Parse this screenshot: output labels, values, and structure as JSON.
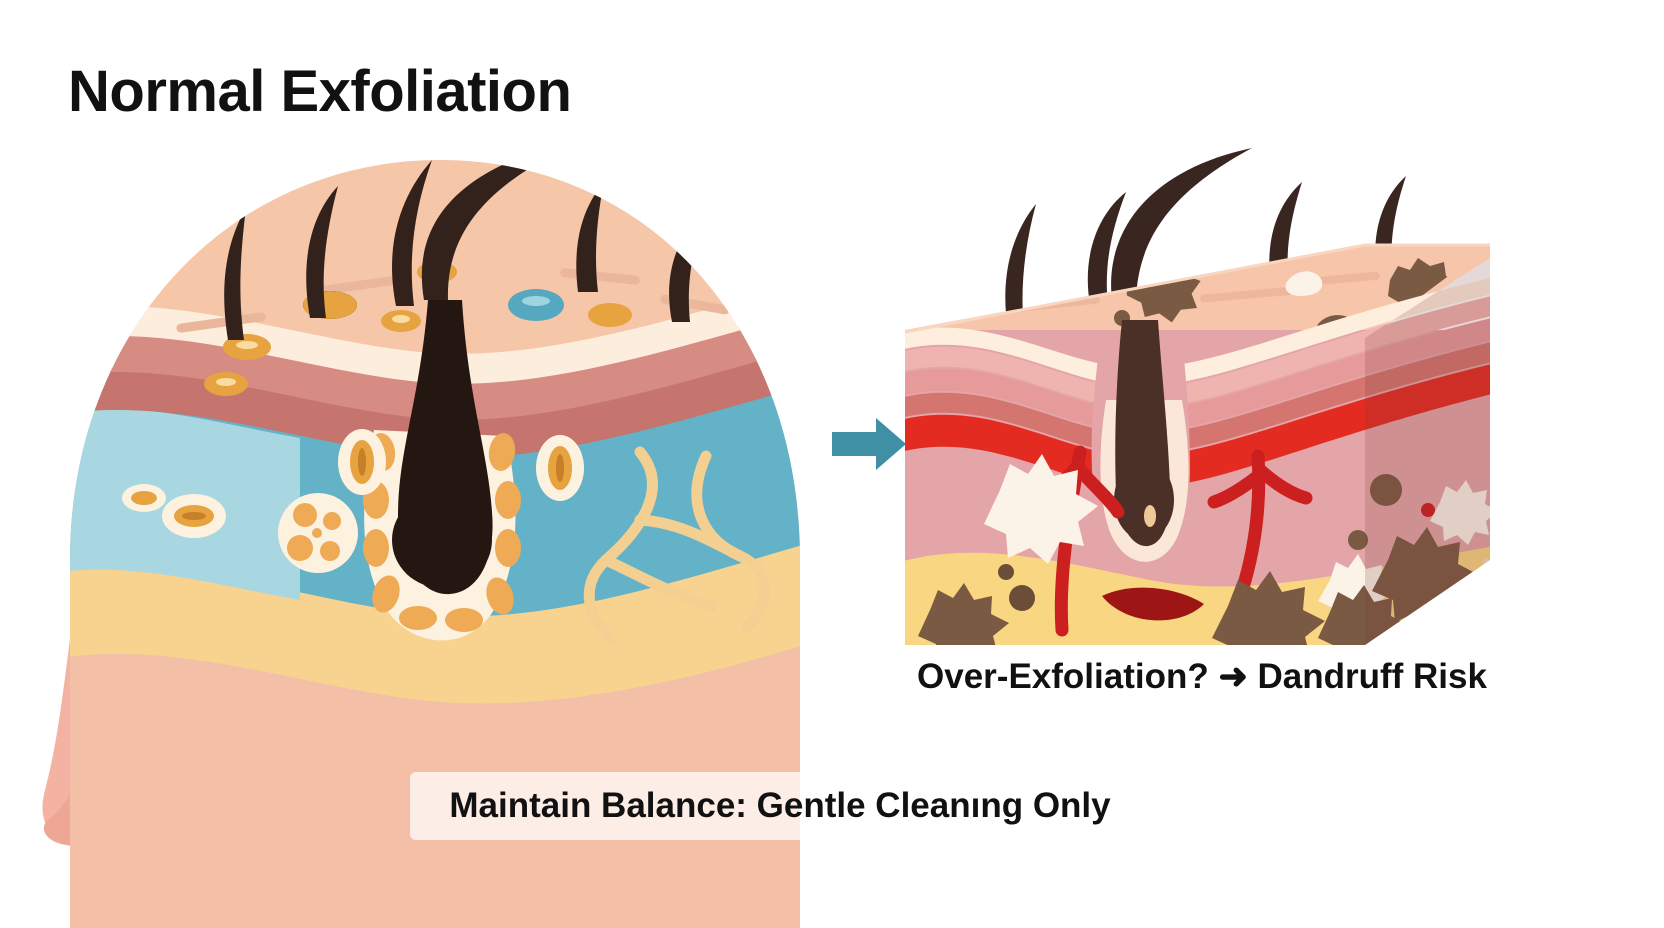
{
  "page": {
    "title": "Normal Exfoliation",
    "background_color": "#ffffff"
  },
  "left_panel": {
    "name": "normal-scalp-cross-section",
    "label": "Normal Exfoliation",
    "description": "Side view of a head with magnified scalp cross-section showing epidermis, dermis, hypodermis and a healthy hair follicle",
    "layers": [
      {
        "name": "epidermis-surface",
        "color": "#f6c6a8"
      },
      {
        "name": "stratum-corneum",
        "color": "#fdeddd"
      },
      {
        "name": "papillary-dermis-upper",
        "color": "#d68b83"
      },
      {
        "name": "papillary-dermis-lower",
        "color": "#c5756e"
      },
      {
        "name": "dermis-light",
        "color": "#a8d7e2"
      },
      {
        "name": "dermis-deep",
        "color": "#63b2c8"
      },
      {
        "name": "hypodermis-fat",
        "color": "#f7d38f"
      },
      {
        "name": "subcutaneous-tissue",
        "color": "#f3bfa7"
      },
      {
        "name": "hair-mass",
        "color": "#8d5a44"
      },
      {
        "name": "hair-mass-dark",
        "color": "#6e4232"
      }
    ],
    "features": {
      "hair_shafts": 6,
      "hair_color": "#33221c",
      "sebaceous_cells_color": "#e8a champion",
      "follicle_color": "#241611",
      "blood_vessel_color": "#f4cf92",
      "face_skin_color": "#f4b3a2",
      "eyebrow_color": "#5e392a",
      "eye_color": "#2b1a12"
    }
  },
  "arrow": {
    "name": "progression-arrow",
    "glyph": "→",
    "color": "#3f8fa5"
  },
  "right_panel": {
    "name": "over-exfoliated-skin-block",
    "caption": "Over-Exfoliation? ➜ Dandruff Risk",
    "description": "3D block of irritated scalp skin with dandruff flakes, inflamed red vessels and dark debris",
    "layers": [
      {
        "name": "block-top-surface",
        "color": "#f7c5a9"
      },
      {
        "name": "stratum-corneum-band",
        "color": "#fdeedd"
      },
      {
        "name": "inflamed-pink-band",
        "color": "#e79a9a"
      },
      {
        "name": "inflamed-red-band",
        "color": "#e42b22"
      },
      {
        "name": "dermis-irritated",
        "color": "#e4a5a8"
      },
      {
        "name": "hypodermis-fat",
        "color": "#f8d682"
      },
      {
        "name": "side-face-shade",
        "color": "rgba(120,60,60,0.22)"
      }
    ],
    "features": {
      "flake_color_white": "#fbf3e8",
      "flake_color_brown": "#7a5a42",
      "vessel_color": "#cc1f1f",
      "hair_color": "#3a2620",
      "follicle_color": "#4a3026"
    }
  },
  "bottom_caption": {
    "name": "balance-advice",
    "text": "Maintain Balance: Gentle Cleanıng Only",
    "background": "rgba(255,255,255,0.72)"
  },
  "colors": {
    "text": "#111111",
    "accent_teal": "#3f8fa5",
    "accent_red": "#e42b22",
    "accent_orange": "#e8a33d"
  }
}
